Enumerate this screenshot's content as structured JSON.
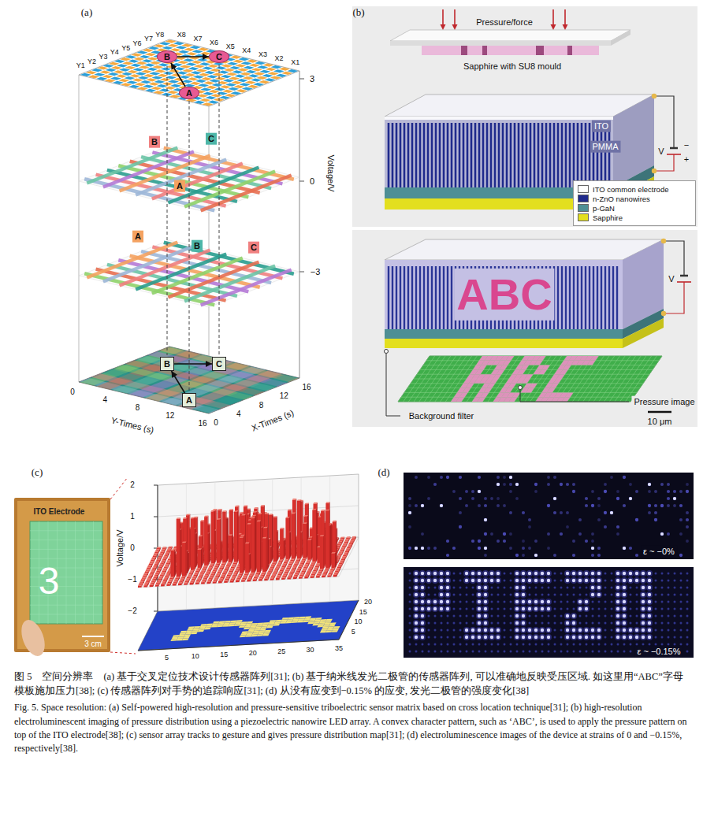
{
  "diagram": {
    "caption": "图 5　空间分辨率　(a) 基于交叉定位技术设计传感器阵列[31]; (b) 基于纳米线发光二极管的传感器阵列, 可以准确地反映受压区域. 如这里用“ABC”字母模板施加压力[38]; (c) 传感器阵列对手势的追踪响应[31]; (d) 从没有应变到−0.15% 的应变, 发光二极管的强度变化[38]",
    "nodes": [
      {
        "text": [
          "A"
        ]
      },
      {
        "text": [
          "B"
        ]
      },
      {
        "text": [
          "C"
        ]
      },
      {
        "text": [
          "A"
        ]
      },
      {
        "text": [
          "B"
        ]
      },
      {
        "text": [
          "C"
        ]
      }
    ],
    "edges": [
      {
        "from": 0,
        "to": 1,
        "arrow": "to"
      },
      {
        "from": 1,
        "to": 2,
        "arrow": "to"
      },
      {
        "from": 3,
        "to": 4,
        "arrow": "to"
      },
      {
        "from": 4,
        "to": 5,
        "arrow": "to"
      }
    ],
    "labels": [
      "(a)",
      "Y1",
      "Y2",
      "Y3",
      "Y4",
      "Y5",
      "Y6",
      "Y7",
      "Y8",
      "X8",
      "X7",
      "X6",
      "X5",
      "X4",
      "X3",
      "X2",
      "X1",
      "3",
      "0",
      "−3",
      "Voltage/V",
      "B",
      "C",
      "A",
      "A",
      "B",
      "C",
      "0",
      "4",
      "8",
      "12",
      "16",
      "Y-Times (s)",
      "0",
      "4",
      "8",
      "12",
      "16",
      "X-Times (s)",
      "(b)",
      "Pressure/force",
      "Sapphire with SU8 mould",
      "ITO",
      "PMMA",
      "V",
      "−",
      "+",
      "ABC",
      "V",
      "Background filter",
      "Pressure image",
      "10 μm",
      "(c)",
      "ITO Electrode",
      "3",
      "3 cm",
      "2",
      "1",
      "0",
      "−1",
      "−2",
      "Voltage/V",
      "5",
      "10",
      "15",
      "20",
      "25",
      "30",
      "35",
      "5",
      "10",
      "15",
      "20",
      "(d)",
      "ε ~ −0%",
      "ε ~ −0.15%",
      "Fig. 5. Space resolution: (a) Self-powered high-resolution and pressure-sensitive triboelectric sensor matrix based on cross location technique[31]; (b) high-resolution electroluminescent imaging of pressure distribution using a piezoelectric nanowire LED array. A convex character pattern, such as ‘ABC’, is used to apply the pressure pattern on top of the ITO electrode[38]; (c) sensor array tracks to gesture and gives pressure distribution map[31]; (d) electroluminescence images of the device at strains of 0 and −0.15%, respectively[38]."
    ],
    "legend": [
      {
        "text": "ITO common electrode",
        "color": "#ffffff"
      },
      {
        "text": "n-ZnO nanowires",
        "color": "#1f2a8c"
      },
      {
        "text": "p-GaN",
        "color": "#4e8f95"
      },
      {
        "text": "Sapphire",
        "color": "#e3df1f"
      }
    ]
  }
}
